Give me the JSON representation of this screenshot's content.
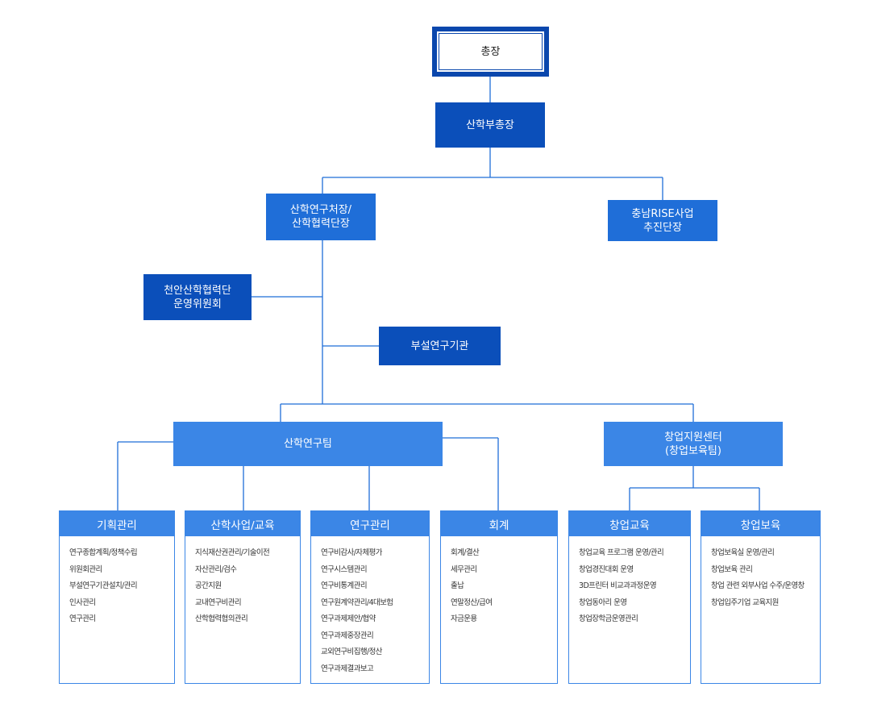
{
  "nodes": {
    "president": "총장",
    "vice_president": "산학부총장",
    "research_head": "산학연구처장/\n산학협력단장",
    "rise": "충남RISE사업\n추진단장",
    "committee": "천안산학협력단\n운영위원회",
    "institute": "부설연구기관",
    "research_team": "산학연구팀",
    "startup_center": "창업지원센터\n(창업보육팀)"
  },
  "departments": [
    {
      "title": "기획관리",
      "items": [
        "연구종합계획/정책수립",
        "위원회관리",
        "부설연구기관설치/관리",
        "인사관리",
        "연구관리"
      ]
    },
    {
      "title": "산학사업/교육",
      "items": [
        "지식재산권관리/기술이전",
        "자산관리/검수",
        "공간지원",
        "교내연구비관리",
        "산학협력협의관리"
      ]
    },
    {
      "title": "연구관리",
      "items": [
        "연구비감사/자체평가",
        "연구시스템관리",
        "연구비통계관리",
        "연구원계약관리/4대보험",
        "연구과제제안/협약",
        "연구과제중장관리",
        "교외연구비집행/정산",
        "연구과제결과보고"
      ]
    },
    {
      "title": "회계",
      "items": [
        "회계/결산",
        "세무관리",
        "출납",
        "연말정산/급여",
        "자금운용"
      ]
    },
    {
      "title": "창업교육",
      "items": [
        "창업교육 프로그램 운영/관리",
        "창업경진대회 운영",
        "3D프린터 비교과과정운영",
        "창업동아리 운영",
        "창업장학금운영관리"
      ]
    },
    {
      "title": "창업보육",
      "items": [
        "창업보육실 운영/관리",
        "창업보육 관리",
        "창업 관련 외부사업 수주/운영창",
        "창업입주기업 교육지원"
      ]
    }
  ]
}
